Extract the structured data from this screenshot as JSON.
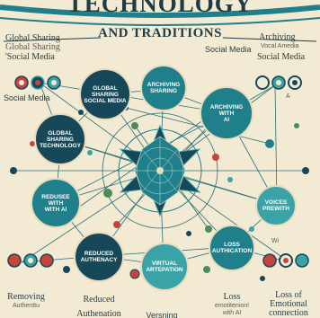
{
  "title": {
    "line1": "TECHNOLOGY",
    "line2": "AND TRADITIONS"
  },
  "labels": {
    "global_sharing": "Global Sharing",
    "global_sharing_blur": "Global Sharing",
    "social_media_top_left": "'Social Media",
    "social_media_left": "Social Media",
    "social_media_mid": "Social Media",
    "archiving": "Archiving",
    "archiving_sub": "Vocal Amedia",
    "social_media_right": "Social Media",
    "a_small": "A",
    "removing": "Removing",
    "removing_sub": "Authenttu",
    "reduced": "Reduced",
    "reduced_sub": "Authenation",
    "versioning": "Versning",
    "loss_mid": "Loss",
    "loss_mid_sub": "emotitenion!",
    "loss_mid_sub2": "with AI",
    "loss_of": "Loss of",
    "emotional": "Emotional",
    "connection": "connection",
    "wi_small": "Wi"
  },
  "hubs": {
    "global_sharing_media": "GLOBAL\nSHARING\nSOCIAL MEDIA",
    "archiving_sharing": "ARCHIVING\nSHARING",
    "archiving_with_ai": "ARCHIVING\nWITH\nAI",
    "global_sharing_tech": "GLOBAL\nSHARING\nTECHNOLOGY",
    "reduced_with_ai": "REDUSEE\nWITH\nWITH AI",
    "voices_with_ai": "VOICES\nPREWITH",
    "reduced_authenacy": "REDUCED\nAUTHENACY",
    "virtual_artepation": "VIRTUAL\nARTEPATION",
    "loss_authication": "LOSS\nAUTHICATION"
  },
  "colors": {
    "background": "#f3ead4",
    "dark_teal": "#16485a",
    "mid_teal": "#1f7f8a",
    "light_teal": "#39a3a8",
    "accent_red": "#c8443a",
    "accent_green": "#4d8a5c"
  }
}
